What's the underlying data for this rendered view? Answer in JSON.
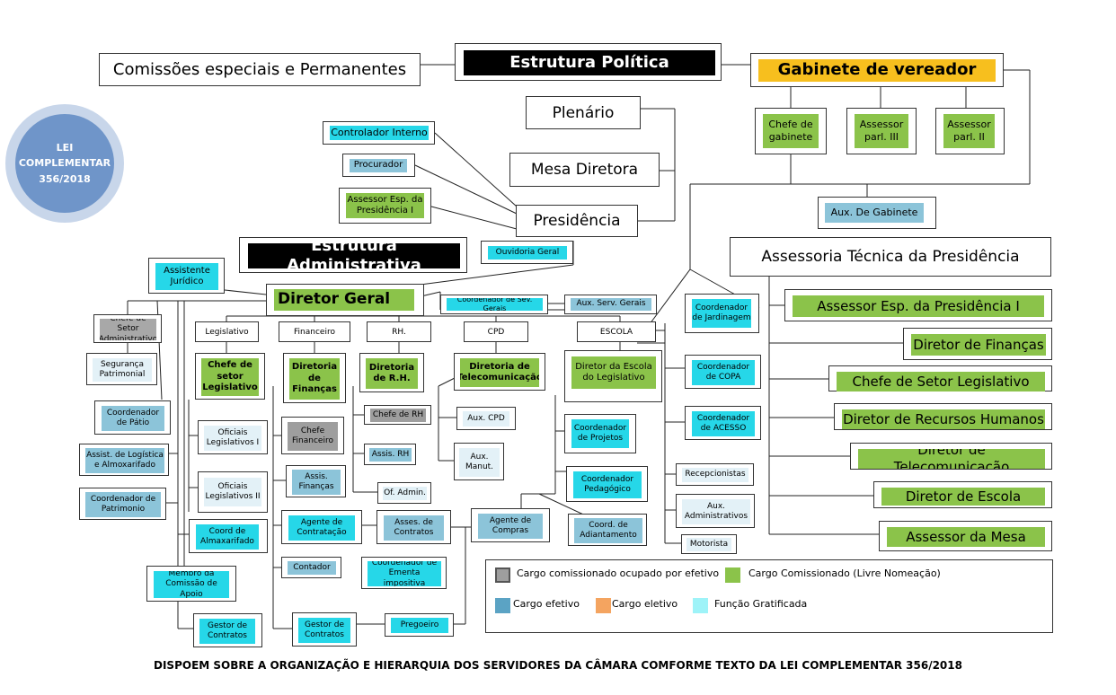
{
  "badge": {
    "line1": "LEI",
    "line2": "COMPLEMENTAR",
    "line3": "356/2018"
  },
  "top": {
    "estrutura_politica": "Estrutura Política",
    "comissoes": "Comissões especiais e Permanentes",
    "gabinete": "Gabinete de vereador",
    "chefe_gabinete": "Chefe de gabinete",
    "assessor_iii": "Assessor parl. III",
    "assessor_ii": "Assessor parl. II",
    "aux_gabinete": "Aux. De Gabinete",
    "plenario": "Plenário",
    "mesa_diretora": "Mesa Diretora",
    "presidencia": "Presidência",
    "controlador": "Controlador Interno",
    "procurador": "Procurador",
    "assessor_esp": "Assessor Esp. da Presidência I",
    "ouvidoria": "Ouvidoria Geral",
    "estrutura_admin": "Estrutura Administrativa",
    "assistente_juridico": "Assistente Jurídico",
    "diretor_geral": "Diretor Geral",
    "coord_sev_gerais": "Coordenador de Sev. Gerais",
    "aux_serv_gerais": "Aux. Serv. Gerais",
    "coord_jardinagem": "Coordenador de Jardinagem"
  },
  "assessoria": {
    "title": "Assessoria Técnica da Presidência",
    "items": [
      "Assessor Esp. da Presidência I",
      "Diretor de Finanças",
      "Chefe de Setor Legislativo",
      "Diretor de Recursos Humanos",
      "Diretor de Telecomunicação",
      "Diretor de Escola",
      "Assessor da Mesa"
    ]
  },
  "sectors": {
    "legislativo": "Legislativo",
    "financeiro": "Financeiro",
    "rh": "RH.",
    "cpd": "CPD",
    "escola": "ESCOLA"
  },
  "left": {
    "chefe_setor_admin": "Chefe de Setor Administrativo",
    "seguranca": "Segurança Patrimonial",
    "coord_patio": "Coordenador de Pátio",
    "assist_logistica": "Assist. de Logística e Almoxarifado",
    "coord_patrimonio": "Coordenador de Patrimonio",
    "coord_almoxarifado": "Coord de Almaxarifado",
    "membro_comissao": "Membro da Comissão de Apoio",
    "gestor_contratos_1": "Gestor de Contratos",
    "gestor_contratos_2": "Gestor de Contratos",
    "pregoeiro": "Pregoeiro"
  },
  "legislativo": {
    "chefe": "Chefe de setor Legislativo",
    "oficiais_i": "Oficiais Legislativos I",
    "oficiais_ii": "Oficiais Legislativos II"
  },
  "financeiro": {
    "diretoria": "Diretoria de Finanças",
    "chefe": "Chefe Financeiro",
    "assis": "Assis. Finanças",
    "agente_contratacao": "Agente de Contratação",
    "contador": "Contador",
    "asses_contratos": "Asses. de Contratos",
    "coord_ementa": "Coordenador de Ementa impositiva",
    "agente_compras": "Agente de Compras"
  },
  "rh": {
    "diretoria": "Diretoria de R.H.",
    "chefe": "Chefe de RH",
    "assis": "Assis. RH",
    "of_admin": "Of. Admin."
  },
  "cpd": {
    "diretoria": "Diretoria de Telecomunicação",
    "aux_cpd": "Aux. CPD",
    "aux_manut": "Aux. Manut."
  },
  "escola": {
    "diretor": "Diretor da Escola do Legislativo",
    "coord_projetos": "Coordenador de Projetos",
    "coord_pedagogico": "Coordenador Pedagógico",
    "coord_adiantamento": "Coord. de Adiantamento"
  },
  "right_col": {
    "coord_copa": "Coordenador de COPA",
    "coord_acesso": "Coordenador de ACESSO",
    "recepcionistas": "Recepcionistas",
    "aux_admin": "Aux. Administrativos",
    "motorista": "Motorista"
  },
  "legend": {
    "items": [
      {
        "label": "Cargo comissionado ocupado por efetivo",
        "color": "#9e9e9e"
      },
      {
        "label": "Cargo Comissionado (Livre Nomeação)",
        "color": "#8bc34a"
      },
      {
        "label": "Cargo efetivo",
        "color": "#5ba3c4"
      },
      {
        "label": "Cargo eletivo",
        "color": "#f4a460"
      },
      {
        "label": "Função Gratificada",
        "color": "#26d7e8"
      }
    ]
  },
  "footer": "DISPOEM SOBRE A ORGANIZAÇÃO E HIERARQUIA DOS SERVIDORES DA CÂMARA COMFORME TEXTO DA LEI COMPLEMENTAR 356/2018"
}
